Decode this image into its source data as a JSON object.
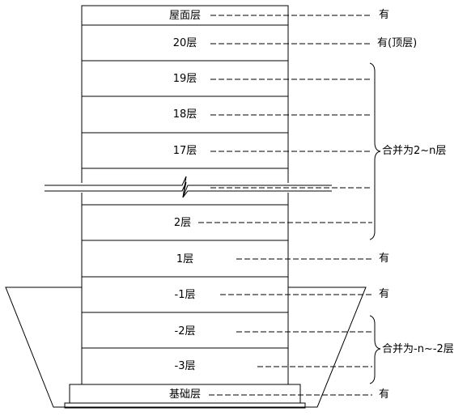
{
  "floors": [
    {
      "label": "屋面层",
      "note": "有"
    },
    {
      "label": "20层",
      "note": "有(顶层)"
    },
    {
      "label": "19层",
      "note": ""
    },
    {
      "label": "18层",
      "note": ""
    },
    {
      "label": "17层",
      "note": ""
    },
    {
      "label": "",
      "note": ""
    },
    {
      "label": "2层",
      "note": ""
    },
    {
      "label": "1层",
      "note": "有"
    },
    {
      "label": "-1层",
      "note": "有"
    },
    {
      "label": "-2层",
      "note": ""
    },
    {
      "label": "-3层",
      "note": ""
    },
    {
      "label": "基础层",
      "note": "有"
    }
  ],
  "groups": [
    {
      "label": "合并为2~n层"
    },
    {
      "label": "合并为-n~-2层"
    }
  ]
}
